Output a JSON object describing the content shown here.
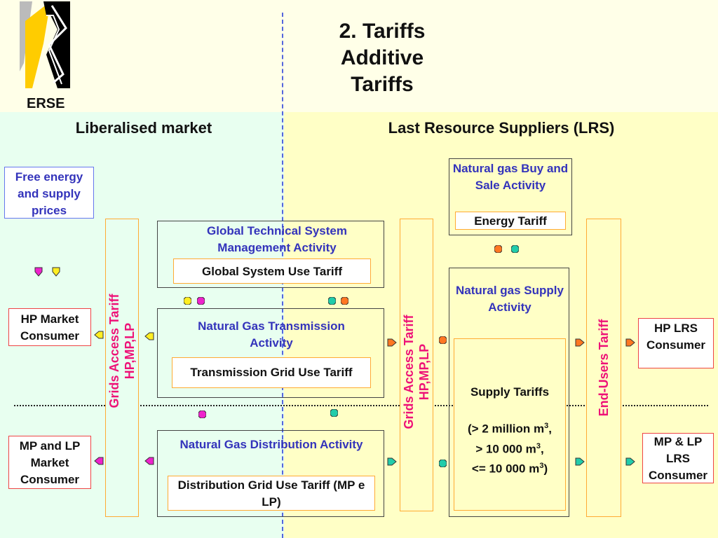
{
  "title": {
    "line1": "2. Tariffs",
    "line2": "Additive Tariffs"
  },
  "logo": {
    "text": "ERSE"
  },
  "sections": {
    "left": "Liberalised market",
    "right": "Last Resource Suppliers (LRS)"
  },
  "boxes": {
    "free_energy": "Free energy and supply prices",
    "hp_market": "HP Market Consumer",
    "mp_lp_market": "MP and LP Market Consumer",
    "gts_activity": "Global Technical System Management Activity",
    "gts_tariff": "Global System Use Tariff",
    "transmission_activity": "Natural Gas Transmission Activity",
    "transmission_tariff": "Transmission Grid Use Tariff",
    "distribution_activity": "Natural Gas Distribution Activity",
    "distribution_tariff": "Distribution Grid Use Tariff (MP e LP)",
    "buy_sale_activity": "Natural gas Buy and Sale Activity",
    "energy_tariff": "Energy Tariff",
    "supply_activity": "Natural gas Supply Activity",
    "supply_tariffs": "Supply Tariffs",
    "supply_line1": "(> 2 million m",
    "supply_line1_end": ",",
    "supply_line2": "> 10 000 m",
    "supply_line2_end": ",",
    "supply_line3": "<= 10 000 m",
    "supply_line3_end": ")",
    "sup3": "3",
    "hp_lrs": "HP LRS Consumer",
    "mp_lp_lrs": "MP & LP LRS Consumer"
  },
  "vertical_labels": {
    "grids_left": "Grids Access Tariff",
    "grids_left_sub": "HP,MP,LP",
    "grids_right": "Grids Access Tariff",
    "grids_right_sub": "HP,MP,LP",
    "end_users": "End-Users Tariff"
  },
  "colors": {
    "magenta": "#ee22cc",
    "yellow": "#ffee22",
    "orange": "#ff7722",
    "teal": "#22ccaa",
    "label_pink": "#ee1177",
    "blue_text": "#3333bb"
  }
}
